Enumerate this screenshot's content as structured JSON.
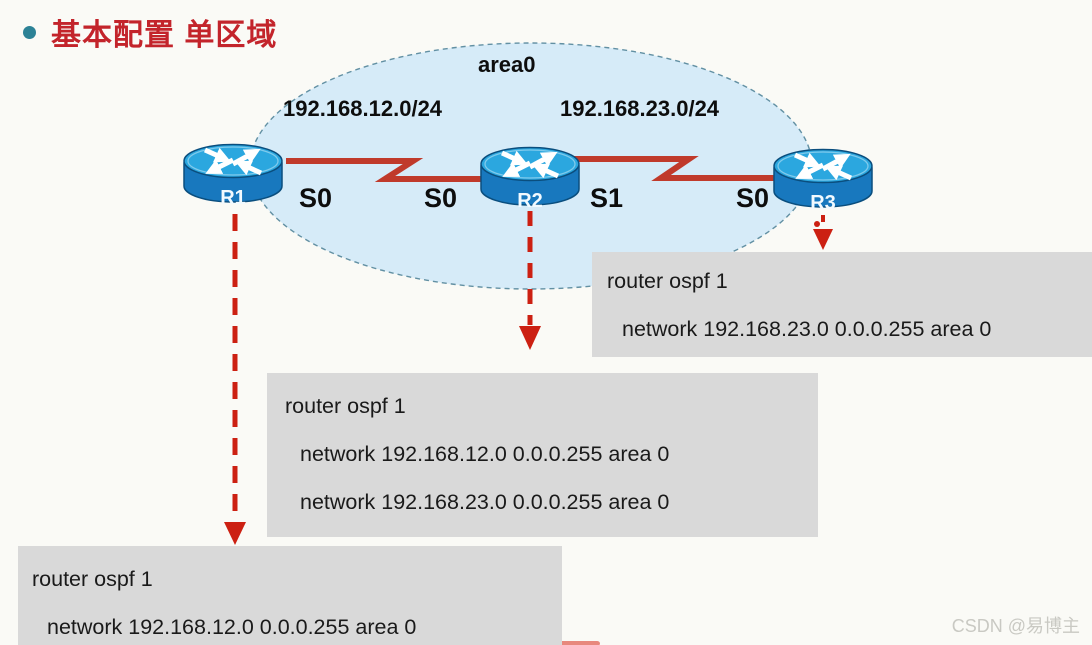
{
  "slide": {
    "title": "基本配置 单区域"
  },
  "topology": {
    "area_label": "area0",
    "network_left": "192.168.12.0/24",
    "network_right": "192.168.23.0/24",
    "routers": [
      {
        "name": "R1"
      },
      {
        "name": "R2"
      },
      {
        "name": "R3"
      }
    ],
    "interface_labels": [
      "S0",
      "S0",
      "S1",
      "S0"
    ]
  },
  "config_boxes": {
    "r1": {
      "lines": [
        "router ospf 1",
        "network 192.168.12.0 0.0.0.255 area 0"
      ]
    },
    "r2": {
      "lines": [
        "router ospf 1",
        "network 192.168.12.0 0.0.0.255 area 0",
        "network 192.168.23.0 0.0.0.255 area 0"
      ]
    },
    "r3": {
      "lines": [
        "router ospf 1",
        "network 192.168.23.0 0.0.0.255 area 0"
      ]
    }
  },
  "watermark": "CSDN @易博主",
  "colors": {
    "title_red": "#C3242B",
    "bullet_teal": "#2C8296",
    "area_fill": "#D6EBF8",
    "area_border": "#6290A3",
    "serial_link_red": "#C03A2B",
    "arrow_red": "#CC2012",
    "config_box_gray": "#D9D9D9",
    "router_top_blue": "#2BA7DF",
    "router_body_blue": "#1878BE",
    "background": "#FAFAF6"
  }
}
